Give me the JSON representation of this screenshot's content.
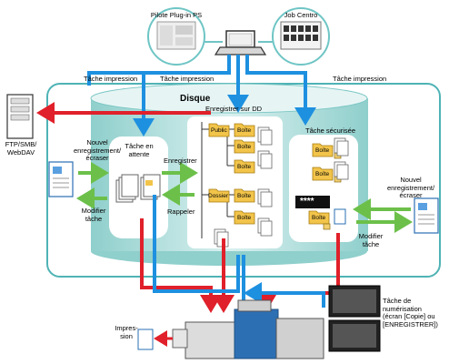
{
  "apps": {
    "pilote_label": "Pilote Plug-in PS",
    "job_centro_label": "Job Centro"
  },
  "flows": {
    "tache_impression_1": "Tâche impression",
    "tache_impression_2": "Tâche impression",
    "tache_impression_3": "Tâche impression",
    "enregistrer": "Enregistrer",
    "rappeler": "Rappeler"
  },
  "disk": {
    "title": "Disque",
    "hdd_label": "Enregistrer sur DD",
    "held_jobs_label": "Tâche en\nattente",
    "secure_jobs_label": "Tâche sécurisée",
    "password_mask": "****",
    "folder_public": "Public",
    "folder_boite": "Boîte",
    "folder_dossier": "Dossier"
  },
  "left": {
    "ftp_label": "FTP/SMB/\nWebDAV",
    "new_save_label": "Nouvel\nenregistrement/\nécraser",
    "modify_label": "Modifier\ntâche"
  },
  "right": {
    "new_save_label": "Nouvel\nenregistrement/\nécraser",
    "modify_label": "Modifier\ntâche",
    "scan_label": "Tâche de\nnumérisation\n(écran [Copie] ou\n[ENREGISTRER])"
  },
  "bottom": {
    "print_label": "Impres-\nsion"
  },
  "colors": {
    "blue_flow": "#1e90e0",
    "red_flow": "#e0202a",
    "green_flow": "#6cc04a",
    "teal_bg": "#bfe3e2",
    "teal_line": "#4fb3b5",
    "folder": "#f2c44a"
  }
}
